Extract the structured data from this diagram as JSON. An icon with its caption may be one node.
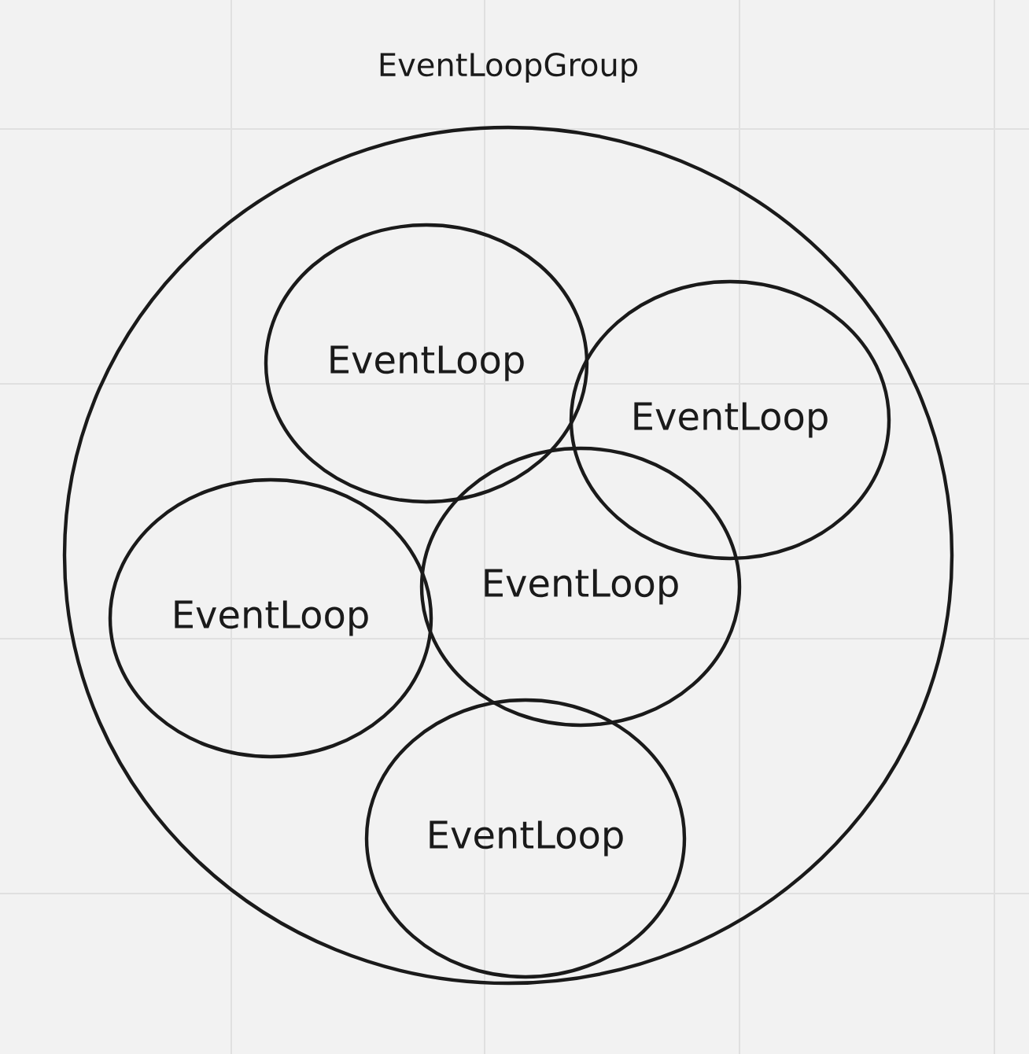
{
  "diagram": {
    "nodes": [
      {
        "text": [
          "EventLoopGroup"
        ]
      },
      {
        "text": [
          "EventLoop"
        ],
        "in": 0
      },
      {
        "text": [
          "EventLoop"
        ],
        "in": 0
      },
      {
        "text": [
          "EventLoop"
        ],
        "in": 0
      },
      {
        "text": [
          "EventLoop"
        ],
        "in": 0
      },
      {
        "text": [
          "EventLoop"
        ],
        "in": 0
      }
    ]
  }
}
